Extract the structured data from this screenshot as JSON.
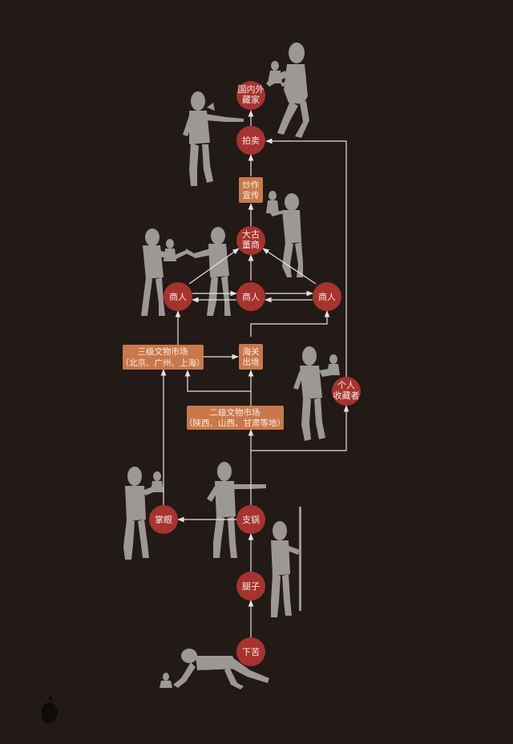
{
  "colors": {
    "background": "#211a16",
    "node_fill": "#a8322d",
    "box_fill": "#c9784a",
    "edge": "#e8e2dd",
    "figure": "#9c9896"
  },
  "nodes": {
    "collectors_intl": [
      "国内外",
      "藏家"
    ],
    "auction": "拍卖",
    "hype": [
      "炒作",
      "宣传"
    ],
    "big_dealer": [
      "大古",
      "董商"
    ],
    "merchant_left": "商人",
    "merchant_center": "商人",
    "merchant_right": "商人",
    "customs": [
      "海关",
      "出境"
    ],
    "individual_collector": [
      "个人",
      "收藏者"
    ],
    "appraiser": "掌眼",
    "middleman": "支锅",
    "runner": "腿子",
    "digger": "下苦"
  },
  "markets": {
    "tier3": {
      "title": "三级文物市场",
      "detail": "（北京、广州、上海）"
    },
    "tier2": {
      "title": "二级文物市场",
      "detail": "（陕西、山西、甘肃等地）"
    }
  },
  "icons": {
    "figures": "wooden-mannequin-silhouette",
    "relic": "statuette-icon"
  }
}
